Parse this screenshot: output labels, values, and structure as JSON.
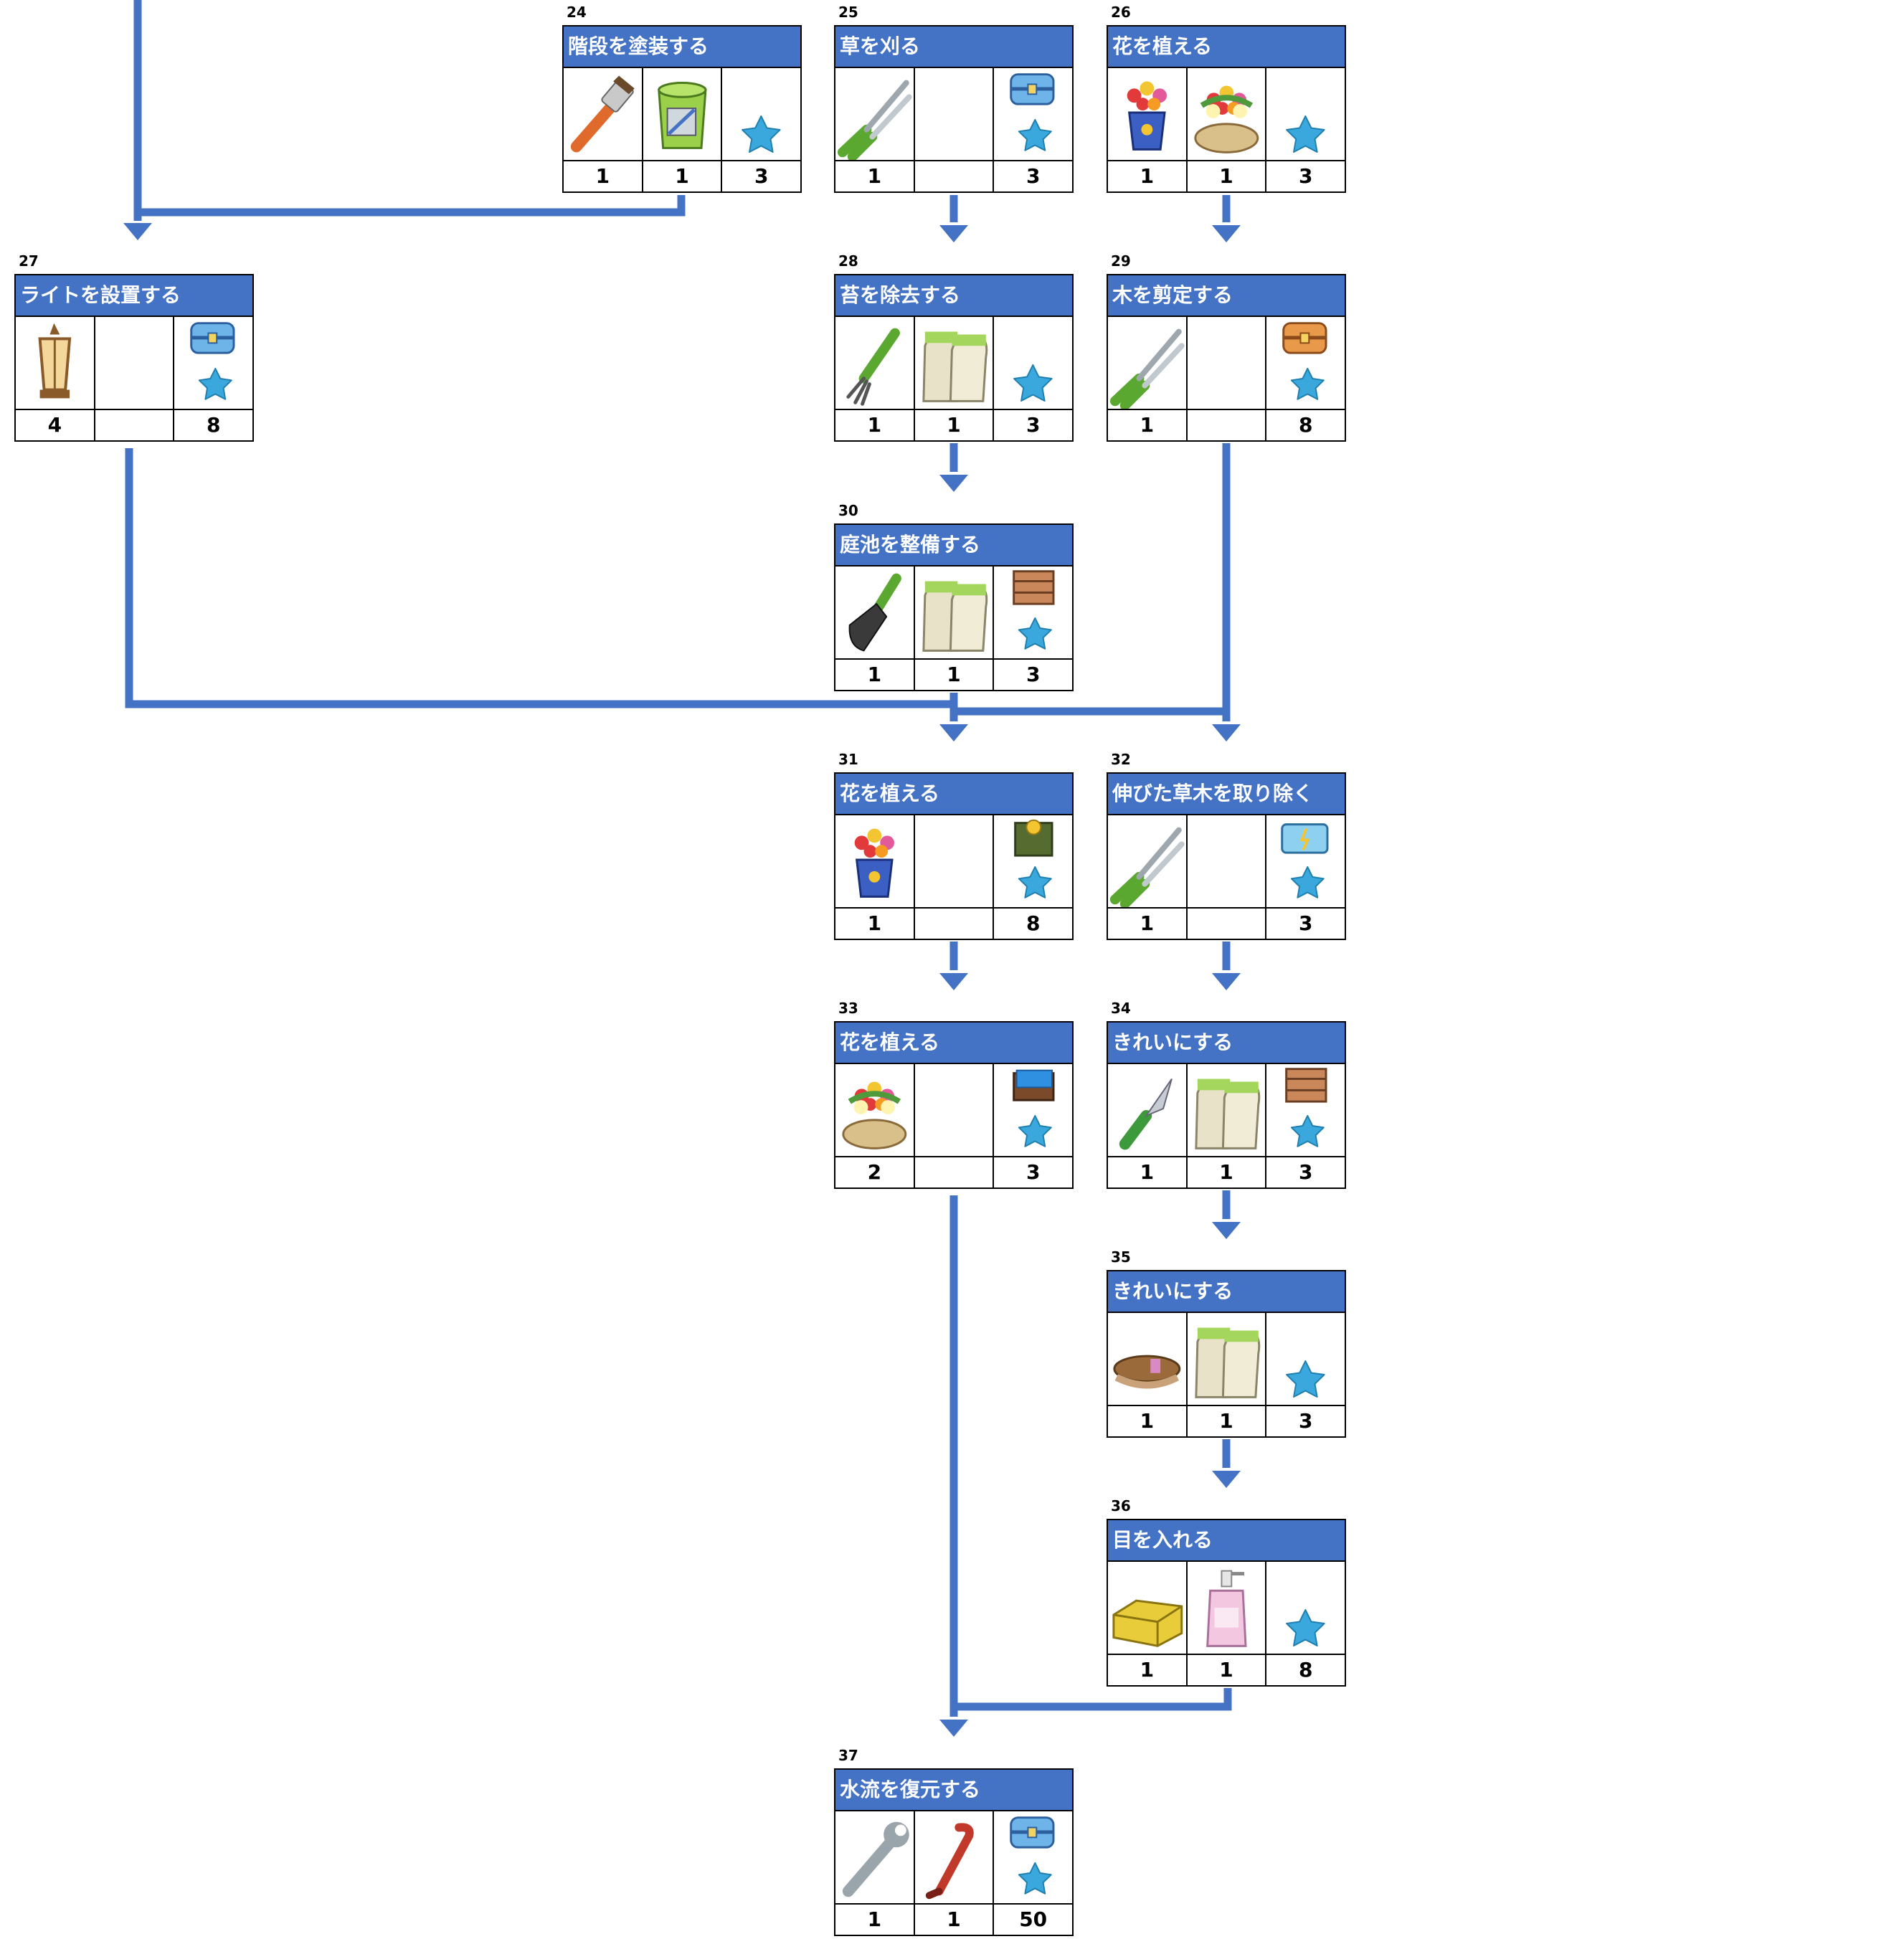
{
  "colors": {
    "header": "#4472c4",
    "arrow": "#4472c4",
    "star": "#3aa8dc"
  },
  "tasks": [
    {
      "num": "24",
      "title": "階段を塗装する",
      "icons": [
        "paintbrush-icon",
        "paint-can-icon",
        "star-icon"
      ],
      "qty": [
        "1",
        "1",
        "3"
      ]
    },
    {
      "num": "25",
      "title": "草を刈る",
      "icons": [
        "shears-icon",
        "",
        "blue-chest-and-star-icon"
      ],
      "qty": [
        "1",
        "",
        "3"
      ]
    },
    {
      "num": "26",
      "title": "花を植える",
      "icons": [
        "flower-pot-icon",
        "flower-basket-icon",
        "star-icon"
      ],
      "qty": [
        "1",
        "1",
        "3"
      ]
    },
    {
      "num": "27",
      "title": "ライトを設置する",
      "icons": [
        "lantern-icon",
        "",
        "blue-chest-and-star-icon"
      ],
      "qty": [
        "4",
        "",
        "8"
      ]
    },
    {
      "num": "28",
      "title": "苔を除去する",
      "icons": [
        "garden-fork-icon",
        "gloves-icon",
        "star-icon"
      ],
      "qty": [
        "1",
        "1",
        "3"
      ]
    },
    {
      "num": "29",
      "title": "木を剪定する",
      "icons": [
        "shears-icon",
        "",
        "orange-chest-and-star-icon"
      ],
      "qty": [
        "1",
        "",
        "8"
      ]
    },
    {
      "num": "30",
      "title": "庭池を整備する",
      "icons": [
        "trowel-icon",
        "gloves-icon",
        "crate-and-star-icon"
      ],
      "qty": [
        "1",
        "1",
        "3"
      ]
    },
    {
      "num": "31",
      "title": "花を植える",
      "icons": [
        "flower-pot-icon",
        "",
        "coin-box-and-star-icon"
      ],
      "qty": [
        "1",
        "",
        "8"
      ]
    },
    {
      "num": "32",
      "title": "伸びた草木を取り除く",
      "icons": [
        "shears-icon",
        "",
        "toolbox-and-star-icon"
      ],
      "qty": [
        "1",
        "",
        "3"
      ]
    },
    {
      "num": "33",
      "title": "花を植える",
      "icons": [
        "flower-basket-icon",
        "",
        "blue-box-and-star-icon"
      ],
      "qty": [
        "2",
        "",
        "3"
      ]
    },
    {
      "num": "34",
      "title": "きれいにする",
      "icons": [
        "knife-icon",
        "gloves-icon",
        "crate-and-star-icon"
      ],
      "qty": [
        "1",
        "1",
        "3"
      ]
    },
    {
      "num": "35",
      "title": "きれいにする",
      "icons": [
        "brush-icon",
        "gloves-icon",
        "star-icon"
      ],
      "qty": [
        "1",
        "1",
        "3"
      ]
    },
    {
      "num": "36",
      "title": "目を入れる",
      "icons": [
        "sponge-icon",
        "soap-bottle-icon",
        "star-icon"
      ],
      "qty": [
        "1",
        "1",
        "8"
      ]
    },
    {
      "num": "37",
      "title": "水流を復元する",
      "icons": [
        "wrench-icon",
        "crowbar-icon",
        "blue-chest-and-star-icon"
      ],
      "qty": [
        "1",
        "1",
        "50"
      ]
    }
  ]
}
